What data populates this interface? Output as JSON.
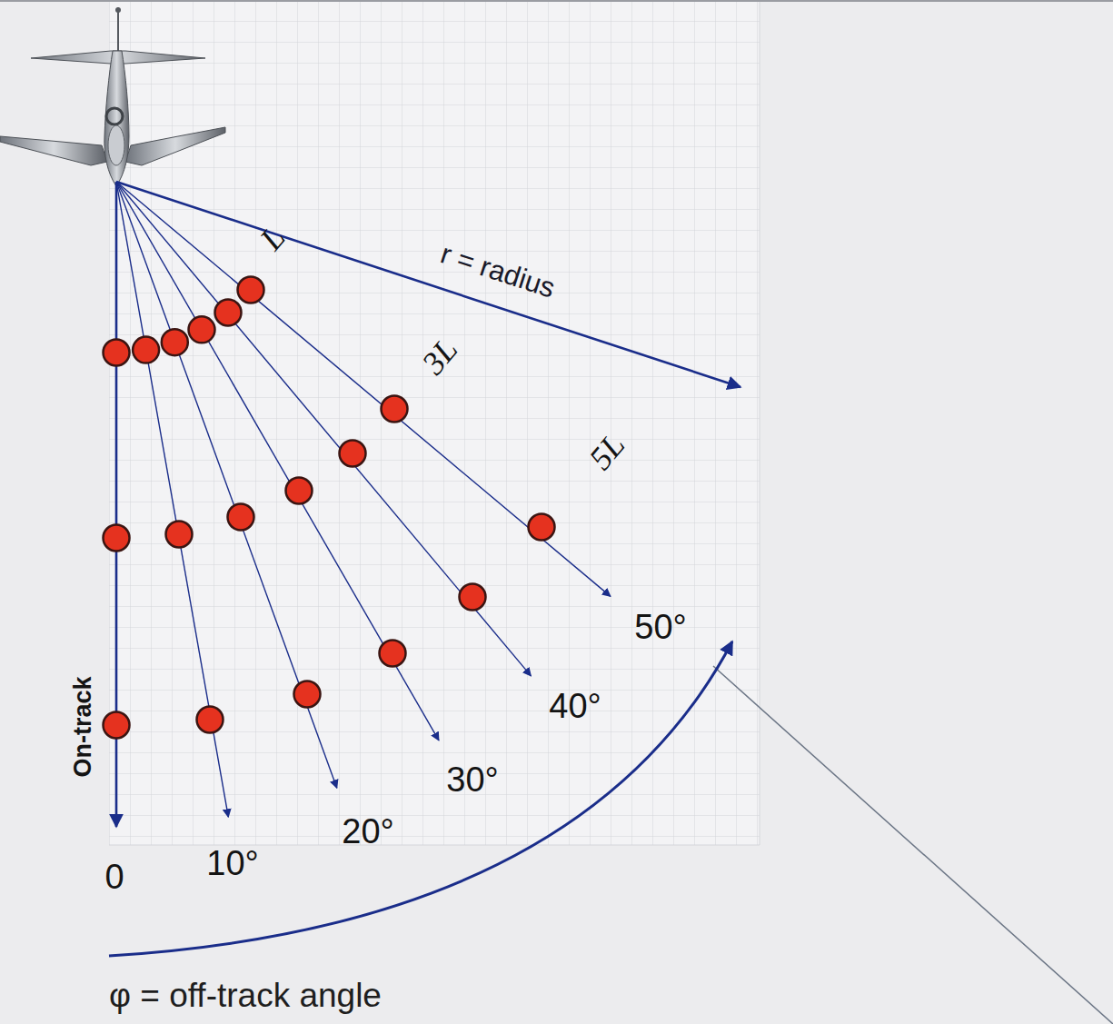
{
  "diagram": {
    "labels": [
      "L",
      "3L",
      "5L",
      "r = radius",
      "0",
      "10°",
      "20°",
      "30°",
      "40°",
      "50°",
      "On-track",
      "φ = off-track angle"
    ]
  }
}
